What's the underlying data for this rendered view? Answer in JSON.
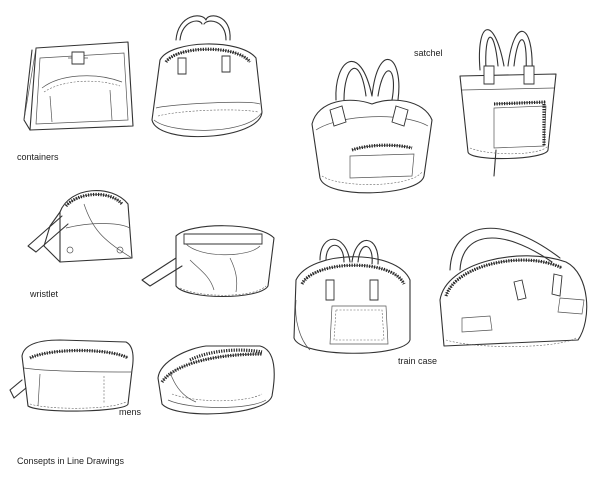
{
  "labels": {
    "containers": "containers",
    "satchel": "satchel",
    "wristlet": "wristlet",
    "train_case": "train case",
    "mens": "mens"
  },
  "caption": "Consepts in Line Drawings"
}
